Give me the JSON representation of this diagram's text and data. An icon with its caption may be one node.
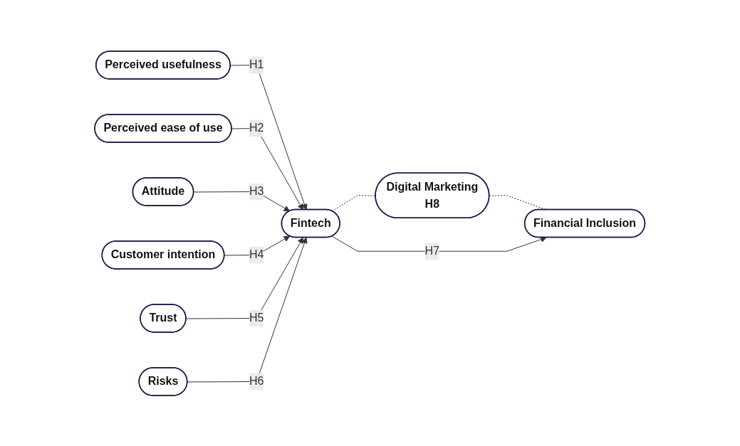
{
  "diagram": {
    "nodes": [
      {
        "text": [
          "Perceived usefulness"
        ]
      },
      {
        "text": [
          "Perceived ease of use"
        ]
      },
      {
        "text": [
          "Attitude"
        ]
      },
      {
        "text": [
          "Customer intention"
        ]
      },
      {
        "text": [
          "Trust"
        ]
      },
      {
        "text": [
          "Risks"
        ]
      },
      {
        "text": [
          "Fintech"
        ]
      },
      {
        "text": [
          "Digital Marketing",
          "H8"
        ]
      },
      {
        "text": [
          "Financial Inclusion"
        ]
      }
    ],
    "edges": [
      {
        "from": 0,
        "to": 6,
        "arrow": "to",
        "label": "H1"
      },
      {
        "from": 1,
        "to": 6,
        "arrow": "to",
        "label": "H2"
      },
      {
        "from": 2,
        "to": 6,
        "arrow": "to",
        "label": "H3"
      },
      {
        "from": 3,
        "to": 6,
        "arrow": "to",
        "label": "H4"
      },
      {
        "from": 4,
        "to": 6,
        "arrow": "to",
        "label": "H5"
      },
      {
        "from": 5,
        "to": 6,
        "arrow": "to",
        "label": "H6"
      },
      {
        "from": 6,
        "to": 7,
        "arrow": "none",
        "style": "dashed"
      },
      {
        "from": 7,
        "to": 8,
        "arrow": "none",
        "style": "dashed"
      },
      {
        "from": 6,
        "to": 8,
        "arrow": "to",
        "label": "H7"
      }
    ]
  }
}
